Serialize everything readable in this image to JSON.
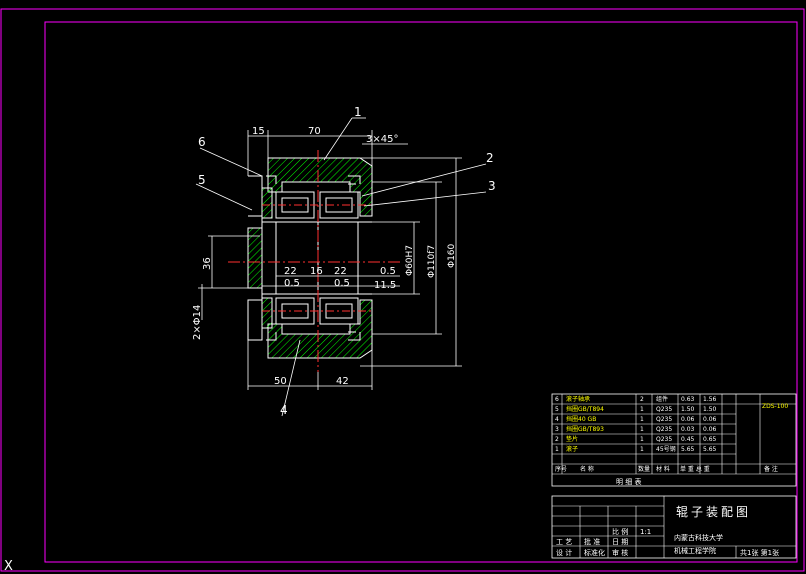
{
  "colors": {
    "background": "#000000",
    "frame": "#ff00ff",
    "hatch": "#00ff00",
    "outline": "#ffffff",
    "center": "#ff3030",
    "accent": "#ffff00"
  },
  "part_labels": [
    "1",
    "2",
    "3",
    "4",
    "5",
    "6"
  ],
  "dimensions": {
    "d15": "15",
    "d70": "70",
    "chamfer": "3×45°",
    "d22a": "22",
    "d16": "16",
    "d22b": "22",
    "d05a": "0.5",
    "d05b": "0.5",
    "d115": "11.5",
    "d05c": "0.5",
    "d36": "36",
    "d2x14": "2×Φ14",
    "d50": "50",
    "d42": "42",
    "dia60": "Φ60H7",
    "dia110": "Φ110f7",
    "dia160": "Φ160"
  },
  "bom": {
    "rows": [
      {
        "no": "6",
        "name": "滚子轴承",
        "qty": "2",
        "material": "组件",
        "w1": "0.63",
        "w2": "1.56"
      },
      {
        "no": "5",
        "name": "挡圈GB/T894",
        "qty": "1",
        "material": "Q235",
        "w1": "1.50",
        "w2": "1.50"
      },
      {
        "no": "4",
        "name": "挡圈40 GB",
        "qty": "1",
        "material": "Q235",
        "w1": "0.06",
        "w2": "0.06"
      },
      {
        "no": "3",
        "name": "挡圈GB/T893",
        "qty": "1",
        "material": "Q235",
        "w1": "0.03",
        "w2": "0.06"
      },
      {
        "no": "2",
        "name": "垫片",
        "qty": "1",
        "material": "Q235",
        "w1": "0.45",
        "w2": "0.65"
      },
      {
        "no": "1",
        "name": "滚子",
        "qty": "1",
        "material": "45号钢",
        "w1": "5.65",
        "w2": "5.65"
      }
    ],
    "side_note": "ZDS-100",
    "header": {
      "no": "序号",
      "name": "名 称",
      "qty": "数量",
      "material": "材 料",
      "weight": "单 重 总 重",
      "remark": "备 注"
    },
    "title": "明 细 表"
  },
  "title_block": {
    "drawing_title": "辊子装配图",
    "scale": "1:1",
    "sheet": "共1张 第1张",
    "school": "内蒙古科技大学",
    "dept": "机械工程学院",
    "cells": [
      "设 计",
      "标准化",
      "审 核",
      "工 艺",
      "批 准",
      "日 期",
      "比 例"
    ]
  },
  "corner_mark": "X"
}
